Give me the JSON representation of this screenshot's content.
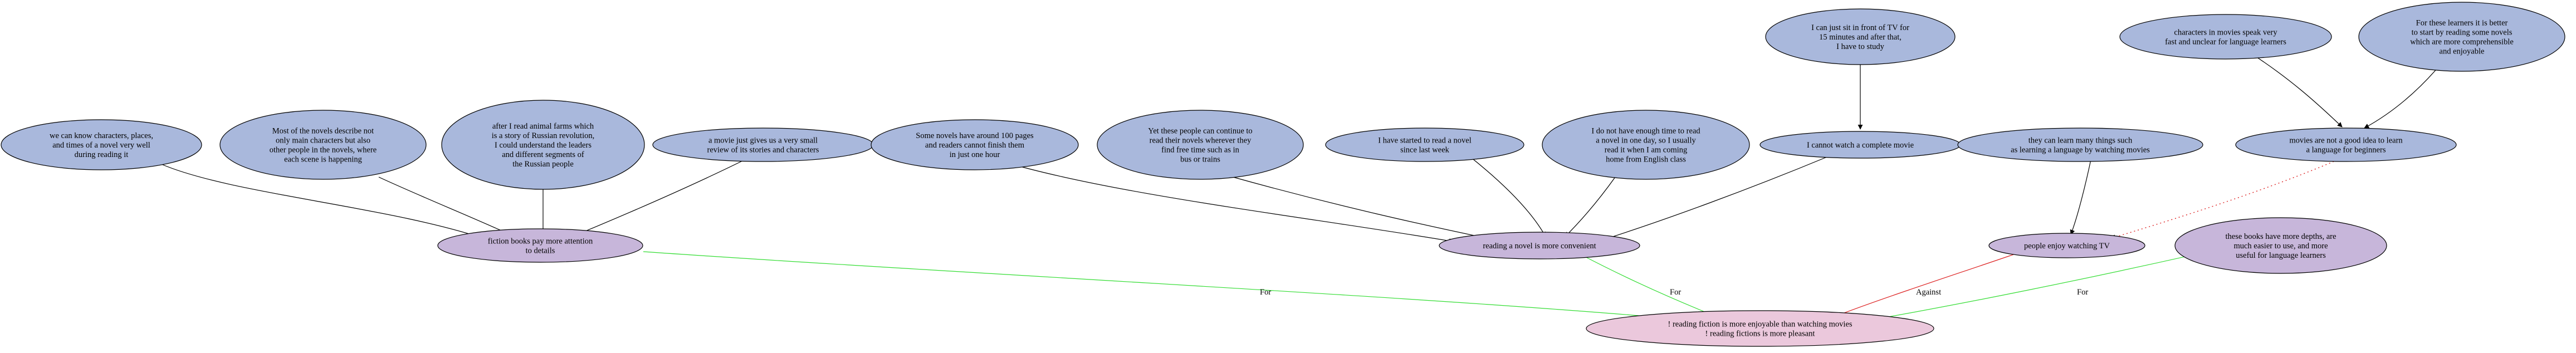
{
  "colors": {
    "premise": "#a9b8dc",
    "intermediate": "#c7b6da",
    "conclusion": "#ebc8dc",
    "edge_support": "#000000",
    "edge_for": "#33dd33",
    "edge_against": "#dd2222",
    "edge_dotted": "#dd2222"
  },
  "nodes": {
    "n_characters_places": {
      "lines": [
        "we can know characters, places,",
        "and times of a novel very well",
        "during reading it"
      ]
    },
    "n_describe_others": {
      "lines": [
        "Most of the novels describe not",
        "only main characters but also",
        "other people in the novels, where",
        "each scene is happening"
      ]
    },
    "n_animal_farms": {
      "lines": [
        "after I read animal farms which",
        "is a story of Russian revolution,",
        "I could understand the leaders",
        "and different segments of",
        "the Russian people"
      ]
    },
    "n_movie_small_review": {
      "lines": [
        "a movie just gives us a very small",
        "review of its stories and characters"
      ]
    },
    "n_fiction_attention": {
      "lines": [
        "fiction books pay more attention",
        "to details"
      ]
    },
    "n_100_pages": {
      "lines": [
        "Some novels have around 100 pages",
        "and readers cannot finish them",
        "in just one hour"
      ]
    },
    "n_continue_reading": {
      "lines": [
        "Yet these people can continue to",
        "read their novels wherever they",
        "find free time such as in",
        "bus or trains"
      ]
    },
    "n_started_novel": {
      "lines": [
        "I have started to read a novel",
        "since last week"
      ]
    },
    "n_no_time": {
      "lines": [
        "I do not have enough time to read",
        "a novel in one day, so I usually",
        "read it when I am coming",
        "home from English class"
      ]
    },
    "n_front_tv": {
      "lines": [
        "I can just sit in front of TV for",
        "15 minutes and after that,",
        "I have to study"
      ]
    },
    "n_cannot_watch_movie": {
      "lines": [
        "I cannot watch a complete movie"
      ]
    },
    "n_novel_convenient": {
      "lines": [
        "reading a novel is more convenient"
      ]
    },
    "n_learn_things": {
      "lines": [
        "they can learn many things such",
        "as learning a language by watching movies"
      ]
    },
    "n_enjoy_tv": {
      "lines": [
        "people enjoy watching TV"
      ]
    },
    "n_speak_fast": {
      "lines": [
        "characters in movies speak very",
        "fast and unclear for language learners"
      ]
    },
    "n_better_start": {
      "lines": [
        "For these learners it is better",
        "to start by reading some novels",
        "which are more comprehensible",
        "and enjoyable"
      ]
    },
    "n_not_good_idea": {
      "lines": [
        "movies are not a good idea to learn",
        "a language for beginners"
      ]
    },
    "n_more_depths": {
      "lines": [
        "these books have more depths, are",
        "much easier to use, and more",
        "useful for language learners"
      ]
    },
    "n_conclusion": {
      "lines": [
        "! reading fiction is more enjoyable than watching movies",
        "! reading fictions is more pleasant"
      ]
    }
  },
  "edge_labels": {
    "for_1": "For",
    "for_2": "For",
    "against": "Against",
    "for_3": "For"
  }
}
